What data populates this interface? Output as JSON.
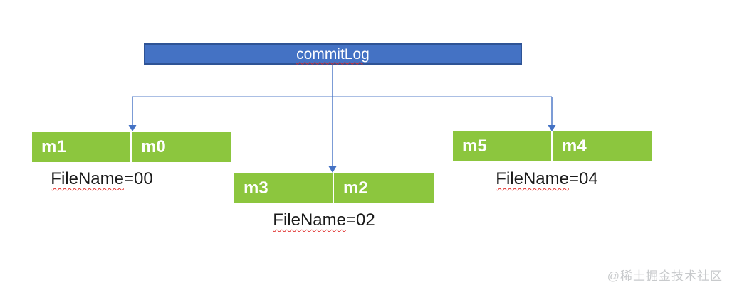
{
  "diagram": {
    "root": {
      "label": "commitLog"
    },
    "files": [
      {
        "cells": [
          "m1",
          "m0"
        ],
        "label": {
          "word": "FileName",
          "suffix": "=00"
        }
      },
      {
        "cells": [
          "m3",
          "m2"
        ],
        "label": {
          "word": "FileName",
          "suffix": "=02"
        }
      },
      {
        "cells": [
          "m5",
          "m4"
        ],
        "label": {
          "word": "FileName",
          "suffix": "=04"
        }
      }
    ],
    "colors": {
      "root_fill": "#4472c4",
      "root_border": "#2e5395",
      "segment_fill": "#8cc63e",
      "connector_vertical": "#4472c4",
      "connector_horizontal": "#8faadc",
      "spellcheck_squiggle": "#e0302d",
      "watermark_text": "#c8cacc"
    },
    "watermark": "@稀土掘金技术社区"
  }
}
